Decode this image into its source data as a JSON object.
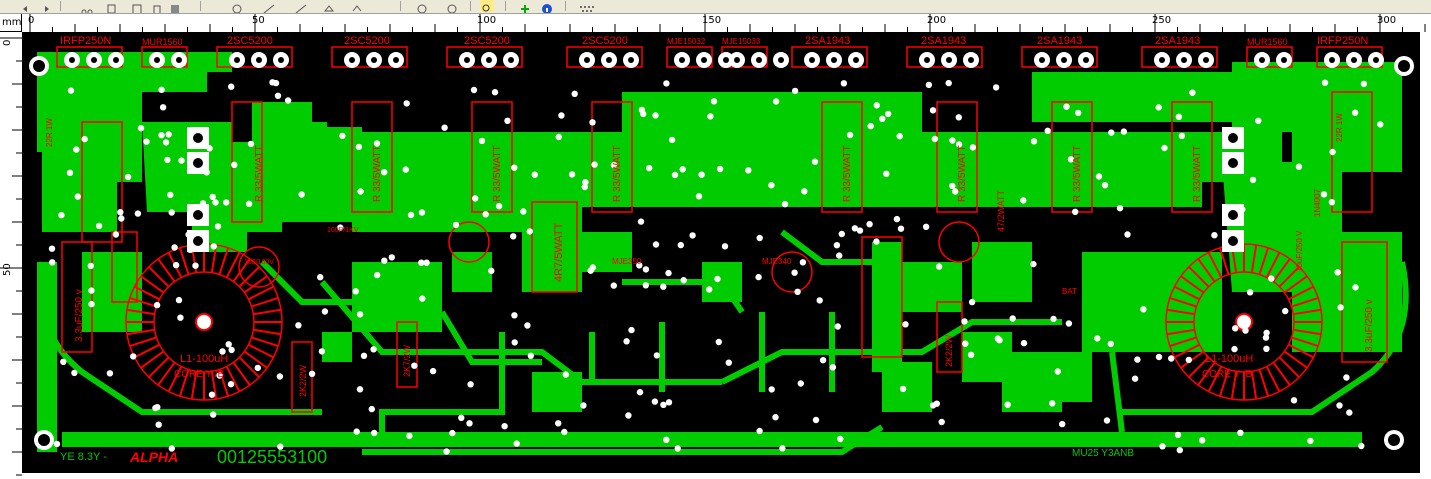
{
  "toolbar": {
    "icons": [
      "undo-icon",
      "redo-icon",
      "cut-icon",
      "copy-icon",
      "paste-icon",
      "delete-icon",
      "rotate-icon",
      "pointer-icon",
      "mirror-icon",
      "align-icon",
      "group-icon",
      "zoom-in-icon",
      "zoom-out-icon",
      "find-icon",
      "add-component-icon",
      "info-icon",
      "grid-icon"
    ]
  },
  "ruler": {
    "unit": "mm",
    "h_ticks": [
      "0",
      "50",
      "100",
      "150",
      "200",
      "250",
      "300"
    ],
    "v_ticks": [
      "0",
      "50"
    ]
  },
  "board": {
    "colors": {
      "substrate": "#000000",
      "copper": "#00cc00",
      "silk": "#ff0000",
      "pad": "#ffffff"
    },
    "top_labels": [
      "IRFP250N",
      "MUR1560",
      "2SC5200",
      "2SC5200",
      "2SC5200",
      "2SC5200",
      "MJE15032",
      "MJE15033",
      "2SA1943",
      "2SA1943",
      "2SA1943",
      "2SA1943",
      "MUR1560",
      "IRFP250N"
    ],
    "inductor_label": "L1-100uH",
    "core_label": "CORE Y /B",
    "resistor_labels": [
      "R 33/5WATT",
      "R 33/5WATT",
      "R 33/5WATT",
      "R 33/5WATT",
      "R 33/5WATT",
      "R 33/5WATT",
      "R 33/5WATT",
      "R 33/5WATT"
    ],
    "cap_labels": [
      "3.3uF/250 v",
      "3.3uF/250 v"
    ],
    "big_resistor": "4R7/5WATT",
    "small_labels": [
      "22R 1W",
      "22R 1W",
      "2K7/2W",
      "2K2/2W",
      "2K2/2W",
      "1N4007",
      "MJE350",
      "MJE340",
      "100/160V",
      "100P/1KV",
      "47/2WATT",
      "10uF/250 V",
      "BAT"
    ],
    "footer_mirrored": "00125553100",
    "footer_logo": "ALPHA",
    "footer_left": "YE 8.3Y -",
    "footer_right": "MU25 Y3ANB"
  }
}
